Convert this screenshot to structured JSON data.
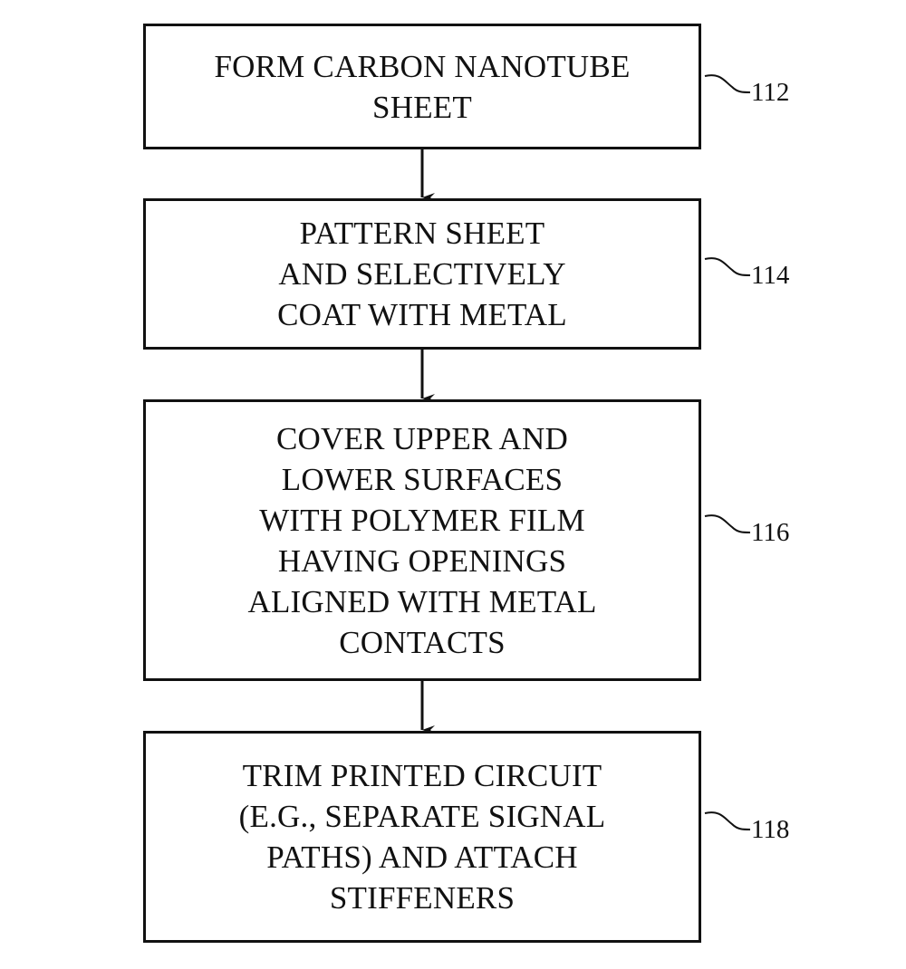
{
  "steps": [
    {
      "ref": "112",
      "lines": [
        "FORM CARBON NANOTUBE",
        "SHEET"
      ]
    },
    {
      "ref": "114",
      "lines": [
        "PATTERN SHEET",
        "AND SELECTIVELY",
        "COAT WITH METAL"
      ]
    },
    {
      "ref": "116",
      "lines": [
        "COVER UPPER AND",
        "LOWER SURFACES",
        "WITH POLYMER FILM",
        "HAVING OPENINGS",
        "ALIGNED WITH METAL",
        "CONTACTS"
      ]
    },
    {
      "ref": "118",
      "lines": [
        "TRIM PRINTED CIRCUIT",
        "(E.G., SEPARATE SIGNAL",
        "PATHS) AND ATTACH",
        "STIFFENERS"
      ]
    }
  ]
}
